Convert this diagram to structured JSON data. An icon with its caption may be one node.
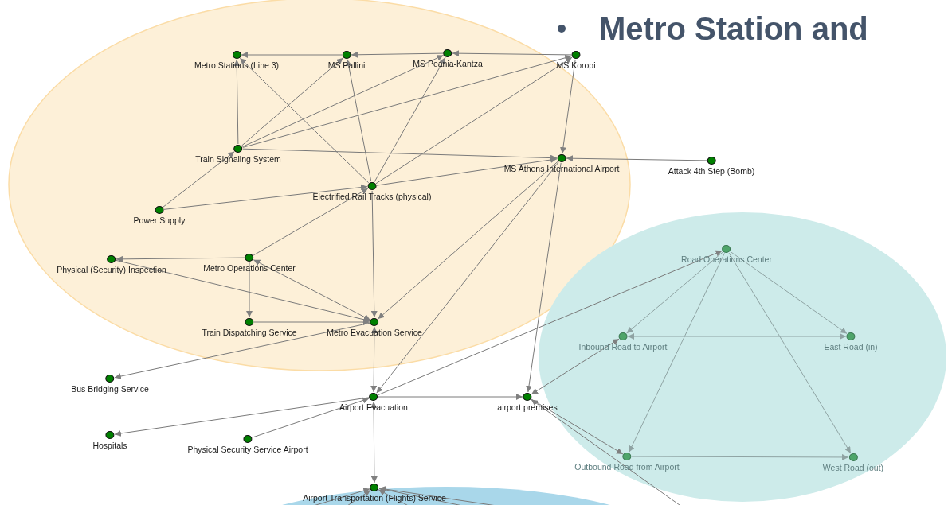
{
  "diagram": {
    "title": "Metro Station and",
    "nodes": [
      {
        "text": [
          "Metro Stations (Line 3)"
        ]
      },
      {
        "text": [
          "MS Pallini"
        ]
      },
      {
        "text": [
          "MS Peania-Kantza"
        ]
      },
      {
        "text": [
          "MS Koropi"
        ]
      },
      {
        "text": [
          "Train Signaling System"
        ]
      },
      {
        "text": [
          "MS Athens International Airport"
        ]
      },
      {
        "text": [
          "Attack 4th Step (Bomb)"
        ]
      },
      {
        "text": [
          "Electrified Rail Tracks (physical)"
        ]
      },
      {
        "text": [
          "Power Supply"
        ]
      },
      {
        "text": [
          "Physical (Security) Inspection"
        ]
      },
      {
        "text": [
          "Metro Operations Center"
        ]
      },
      {
        "text": [
          "Train Dispatching Service"
        ]
      },
      {
        "text": [
          "Metro Evacuation Service"
        ]
      },
      {
        "text": [
          "Bus Bridging Service"
        ]
      },
      {
        "text": [
          "Airport Evacuation"
        ]
      },
      {
        "text": [
          "airport premises"
        ]
      },
      {
        "text": [
          "Hospitals"
        ]
      },
      {
        "text": [
          "Physical Security Service Airport"
        ]
      },
      {
        "text": [
          "Airport Transportation (Flights) Service"
        ]
      },
      {
        "text": [
          "Road Operations Center"
        ]
      },
      {
        "text": [
          "Inbound Road to Airport"
        ]
      },
      {
        "text": [
          "East Road (in)"
        ]
      },
      {
        "text": [
          "Outbound Road from Airport"
        ]
      },
      {
        "text": [
          "West Road (out)"
        ]
      }
    ],
    "edges": [
      {
        "from": 1,
        "to": 0,
        "arrow": "to"
      },
      {
        "from": 2,
        "to": 1,
        "arrow": "to"
      },
      {
        "from": 3,
        "to": 2,
        "arrow": "to"
      },
      {
        "from": 4,
        "to": 0,
        "arrow": "to"
      },
      {
        "from": 4,
        "to": 1,
        "arrow": "to"
      },
      {
        "from": 4,
        "to": 2,
        "arrow": "to"
      },
      {
        "from": 4,
        "to": 3,
        "arrow": "to"
      },
      {
        "from": 4,
        "to": 5,
        "arrow": "to"
      },
      {
        "from": 8,
        "to": 4,
        "arrow": "to"
      },
      {
        "from": 8,
        "to": 7,
        "arrow": "to"
      },
      {
        "from": 7,
        "to": 0,
        "arrow": "to"
      },
      {
        "from": 7,
        "to": 1,
        "arrow": "to"
      },
      {
        "from": 7,
        "to": 2,
        "arrow": "to"
      },
      {
        "from": 7,
        "to": 3,
        "arrow": "to"
      },
      {
        "from": 7,
        "to": 5,
        "arrow": "to"
      },
      {
        "from": 10,
        "to": 7,
        "arrow": "to"
      },
      {
        "from": 7,
        "to": 12,
        "arrow": "to"
      },
      {
        "from": 3,
        "to": 5,
        "arrow": "to"
      },
      {
        "from": 6,
        "to": 5,
        "arrow": "to"
      },
      {
        "from": 5,
        "to": 15,
        "arrow": "to"
      },
      {
        "from": 5,
        "to": 12,
        "arrow": "to"
      },
      {
        "from": 5,
        "to": 14,
        "arrow": "to"
      },
      {
        "from": 10,
        "to": 9,
        "arrow": "to"
      },
      {
        "from": 10,
        "to": 11,
        "arrow": "to"
      },
      {
        "from": 12,
        "to": 10,
        "arrow": "both"
      },
      {
        "from": 9,
        "to": 12,
        "arrow": "to"
      },
      {
        "from": 11,
        "to": 12,
        "arrow": "to"
      },
      {
        "from": 12,
        "to": 13,
        "arrow": "to"
      },
      {
        "from": 12,
        "to": 14,
        "arrow": "both"
      },
      {
        "from": 14,
        "to": 16,
        "arrow": "to"
      },
      {
        "from": 17,
        "to": 14,
        "arrow": "to"
      },
      {
        "from": 14,
        "to": 15,
        "arrow": "to"
      },
      {
        "from": 14,
        "to": 18,
        "arrow": "both"
      },
      {
        "from": 14,
        "to": 19,
        "arrow": "to"
      },
      {
        "from": 19,
        "to": 20,
        "arrow": "to",
        "color": "#8fa3a3"
      },
      {
        "from": 19,
        "to": 21,
        "arrow": "to",
        "color": "#8fa3a3"
      },
      {
        "from": 19,
        "to": 22,
        "arrow": "to",
        "color": "#8fa3a3"
      },
      {
        "from": 19,
        "to": 23,
        "arrow": "to",
        "color": "#8fa3a3"
      },
      {
        "from": 20,
        "to": 21,
        "arrow": "both",
        "color": "#8fa3a3"
      },
      {
        "from": 20,
        "to": 15,
        "arrow": "both"
      },
      {
        "from": 15,
        "to": 22,
        "arrow": "to"
      },
      {
        "from": 22,
        "to": 23,
        "arrow": "to",
        "color": "#8fa3a3"
      },
      {
        "from": null,
        "to": 15,
        "arrow": "to"
      },
      {
        "from": null,
        "to": 18,
        "arrow": "to"
      },
      {
        "from": null,
        "to": 18,
        "arrow": "to"
      },
      {
        "from": null,
        "to": 18,
        "arrow": "to"
      },
      {
        "from": null,
        "to": 18,
        "arrow": "to"
      },
      {
        "from": null,
        "to": 18,
        "arrow": "to"
      }
    ]
  }
}
